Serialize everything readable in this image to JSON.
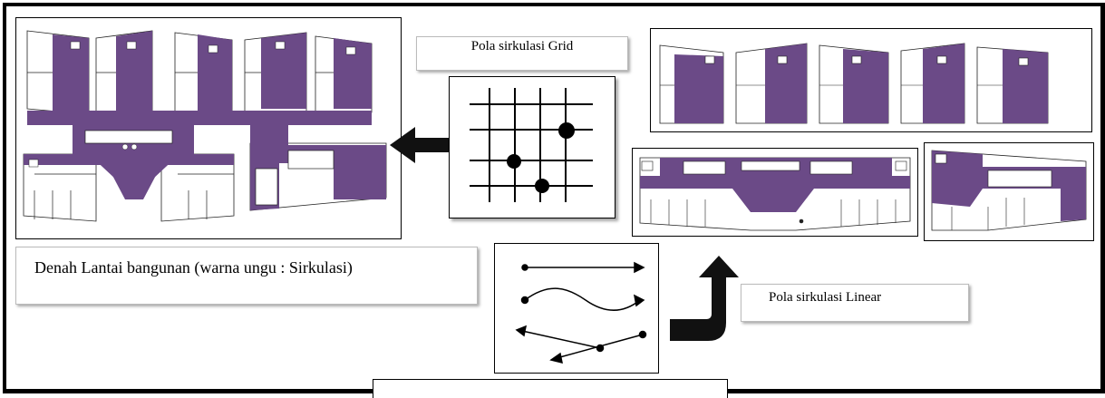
{
  "labels": {
    "grid_pattern": "Pola sirkulasi Grid",
    "floor_plan": "Denah Lantai  bangunan (warna ungu : Sirkulasi)",
    "linear_pattern": "Pola sirkulasi Linear"
  },
  "colors": {
    "circulation": "#6b4a87",
    "outline": "#000000",
    "background": "#ffffff"
  },
  "icons": {
    "grid_to_plan": "left-arrow-icon",
    "linear_to_plans": "up-turn-arrow-icon"
  }
}
